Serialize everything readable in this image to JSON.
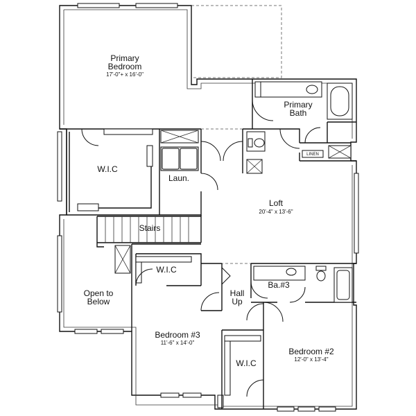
{
  "rooms": {
    "primary_bedroom": {
      "name_line1": "Primary",
      "name_line2": "Bedroom",
      "dims": "17'-0\"+ x 16'-0\""
    },
    "primary_bath": {
      "name_line1": "Primary",
      "name_line2": "Bath"
    },
    "linen": {
      "name": "LINEN"
    },
    "wic_primary": {
      "name": "W.I.C"
    },
    "laundry": {
      "name": "Laun."
    },
    "loft": {
      "name": "Loft",
      "dims": "20'-4\" x 13'-6\""
    },
    "stairs": {
      "name": "Stairs"
    },
    "wic_bed3": {
      "name": "W.I.C"
    },
    "open_below": {
      "name_line1": "Open to",
      "name_line2": "Below"
    },
    "hall": {
      "name_line1": "Hall",
      "name_line2": "Up"
    },
    "bath3": {
      "name": "Ba.#3"
    },
    "bedroom3": {
      "name": "Bedroom #3",
      "dims": "11'-6\" x 14'-0\""
    },
    "bedroom2": {
      "name": "Bedroom #2",
      "dims": "12'-0\" x 13'-4\""
    },
    "wic_bed2": {
      "name": "W.I.C"
    }
  }
}
